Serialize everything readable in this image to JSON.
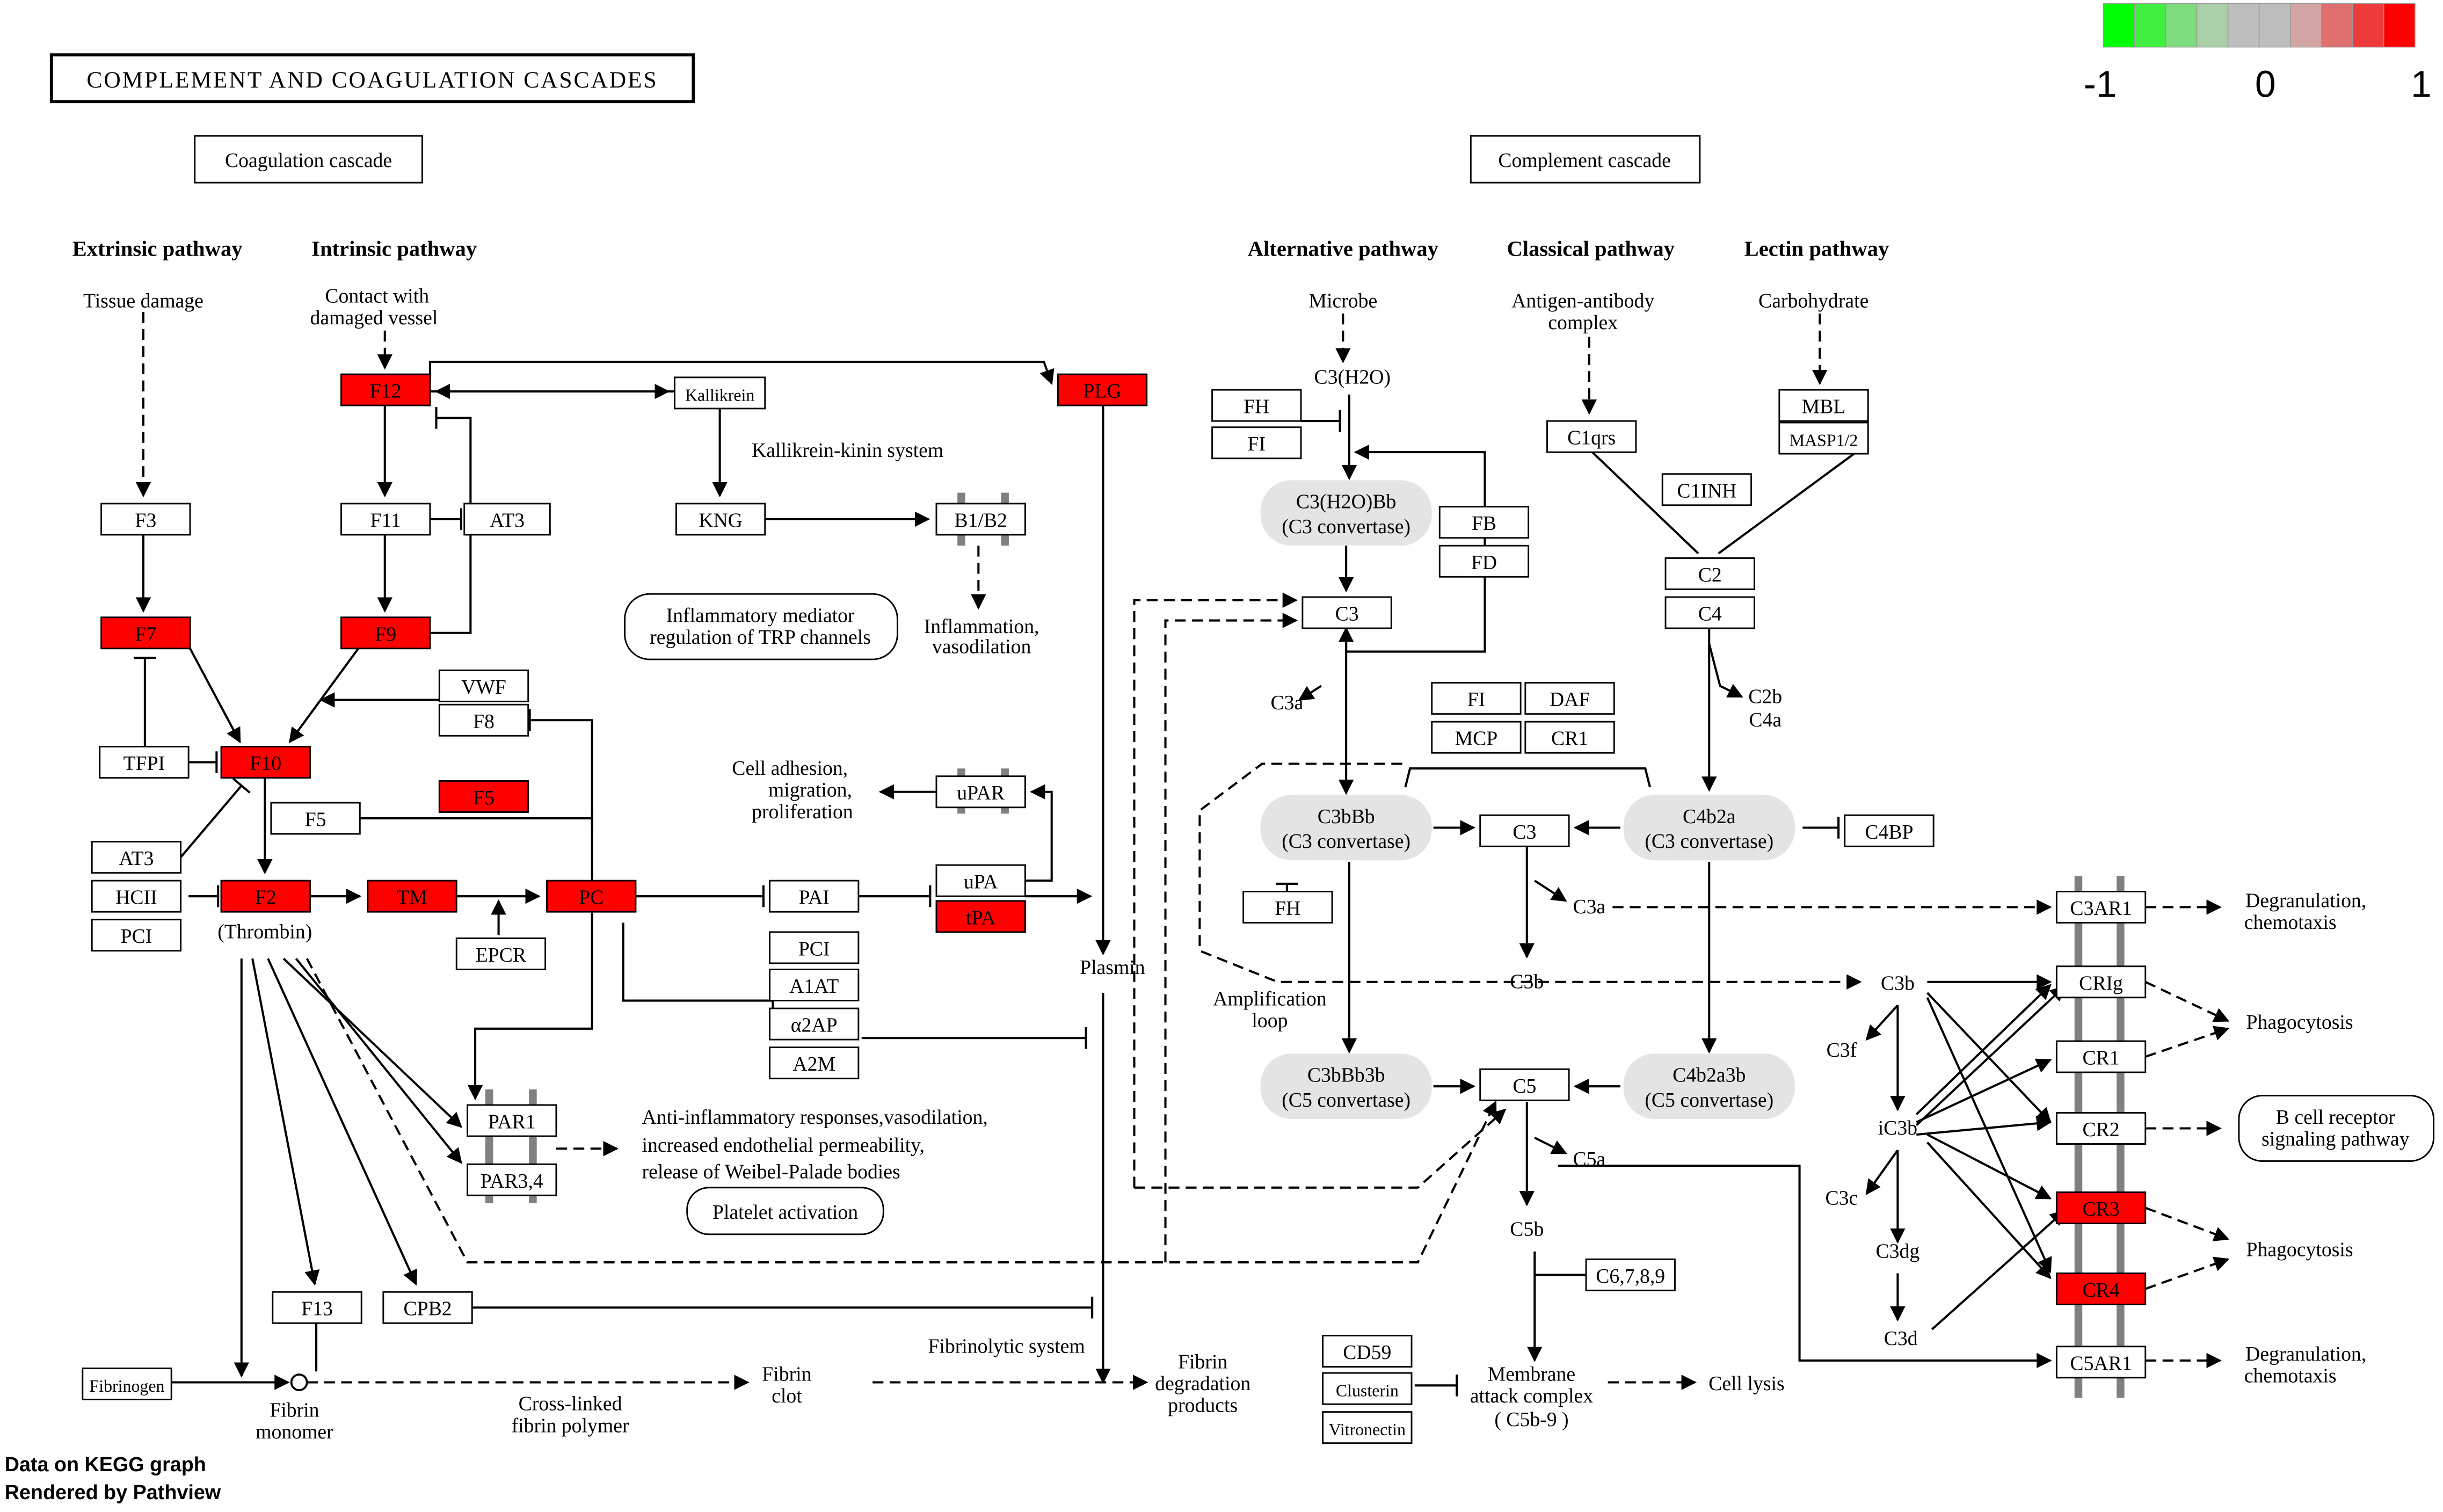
{
  "title": "COMPLEMENT AND COAGULATION CASCADES",
  "colors": {
    "up": "#ff0000",
    "neutral": "#ffffff",
    "complex_fill": "#e4e4e4",
    "scale_green": "#00ff00",
    "scale_grey": "#bebebe"
  },
  "legend": {
    "min": "-1",
    "mid": "0",
    "max": "1"
  },
  "footer": {
    "line1": "Data on KEGG graph",
    "line2": "Rendered by Pathview"
  },
  "sections": {
    "coag": "Coagulation cascade",
    "complement": "Complement cascade"
  },
  "pathways": {
    "extrinsic": "Extrinsic pathway",
    "intrinsic": "Intrinsic pathway",
    "alternative": "Alternative pathway",
    "classical": "Classical pathway",
    "lectin": "Lectin pathway"
  },
  "genes": {
    "F12": "F12",
    "PLG": "PLG",
    "Kallikrein": "Kallikrein",
    "F3": "F3",
    "F11": "F11",
    "AT3a": "AT3",
    "KNG": "KNG",
    "B1B2": "B1/B2",
    "F7": "F7",
    "F9": "F9",
    "VWF": "VWF",
    "F8": "F8",
    "TFPI": "TFPI",
    "F10": "F10",
    "F5": "F5",
    "F5b": "F5",
    "AT3b": "AT3",
    "HCII": "HCII",
    "PCI": "PCI",
    "F2": "F2",
    "TM": "TM",
    "PC": "PC",
    "EPCR": "EPCR",
    "PAI": "PAI",
    "uPAR": "uPAR",
    "uPA": "uPA",
    "tPA": "tPA",
    "PCI2": "PCI",
    "A1AT": "A1AT",
    "a2AP": "α2AP",
    "A2M": "A2M",
    "PAR1": "PAR1",
    "PAR34": "PAR3,4",
    "F13": "F13",
    "CPB2": "CPB2",
    "Fibrinogen": "Fibrinogen",
    "FH": "FH",
    "FI": "FI",
    "FB": "FB",
    "FD": "FD",
    "C1qrs": "C1qrs",
    "C1INH": "C1INH",
    "MBL": "MBL",
    "MASP12": "MASP1/2",
    "C2": "C2",
    "C4": "C4",
    "C3top": "C3",
    "FI2": "FI",
    "DAF": "DAF",
    "MCP": "MCP",
    "CR1b": "CR1",
    "C3mid": "C3",
    "C4BP": "C4BP",
    "FH2": "FH",
    "C5": "C5",
    "C3AR1": "C3AR1",
    "CRIg": "CRIg",
    "CR1": "CR1",
    "CR2": "CR2",
    "CR3": "CR3",
    "CR4": "CR4",
    "C5AR1": "C5AR1",
    "C6789": "C6,7,8,9",
    "CD59": "CD59",
    "Clusterin": "Clusterin",
    "Vitronectin": "Vitronectin"
  },
  "complexes": {
    "c3h2obb1": "C3(H2O)Bb",
    "c3h2obb2": "(C3 convertase)",
    "c3bbb1": "C3bBb",
    "c3bbb2": "(C3 convertase)",
    "c4b2a1": "C4b2a",
    "c4b2a2": "(C3 convertase)",
    "c3bbb3b1": "C3bBb3b",
    "c3bbb3b2": "(C5 convertase)",
    "c4b2a3b1": "C4b2a3b",
    "c4b2a3b2": "(C5 convertase)"
  },
  "labels": {
    "tissue": "Tissue damage",
    "contact1": "Contact with",
    "contact2": "damaged vessel",
    "kks": "Kallikrein-kinin system",
    "infl1": "Inflammation,",
    "infl2": "vasodilation",
    "trp1": "Inflammatory mediator",
    "trp2": "regulation of TRP channels",
    "cell1": "Cell adhesion,",
    "cell2": "migration,",
    "cell3": "proliferation",
    "thrombin": "(Thrombin)",
    "plasmin": "Plasmin",
    "anti1": "Anti-inflammatory responses,vasodilation,",
    "anti2": "increased endothelial permeability,",
    "anti3": "release of Weibel-Palade bodies",
    "platelet": "Platelet activation",
    "fibrin_mono1": "Fibrin",
    "fibrin_mono2": "monomer",
    "crosslinked1": "Cross-linked",
    "crosslinked2": "fibrin polymer",
    "fibrin_clot1": "Fibrin",
    "fibrin_clot2": "clot",
    "fibrinolytic": "Fibrinolytic system",
    "fdp1": "Fibrin",
    "fdp2": "degradation",
    "fdp3": "products",
    "microbe": "Microbe",
    "c3h2o": "C3(H2O)",
    "antigen1": "Antigen-antibody",
    "antigen2": "complex",
    "carb": "Carbohydrate",
    "c3a": "C3a",
    "c2b": "C2b",
    "c4a": "C4a",
    "c3a2": "C3a",
    "c3b": "C3b",
    "c3b2": "C3b",
    "c3f": "C3f",
    "ic3b": "iC3b",
    "c3c": "C3c",
    "c3dg": "C3dg",
    "c3d": "C3d",
    "amp1": "Amplification",
    "amp2": "loop",
    "c5a": "C5a",
    "c5b": "C5b",
    "mac1": "Membrane",
    "mac2": "attack complex",
    "mac3": "( C5b-9 )",
    "lysis": "Cell lysis",
    "degran1": "Degranulation,",
    "degran2": "chemotaxis",
    "phago1": "Phagocytosis",
    "phago2": "Phagocytosis",
    "bcell1": "B cell receptor",
    "bcell2": "signaling pathway",
    "degran3": "Degranulation,",
    "degran4": "chemotaxis"
  }
}
